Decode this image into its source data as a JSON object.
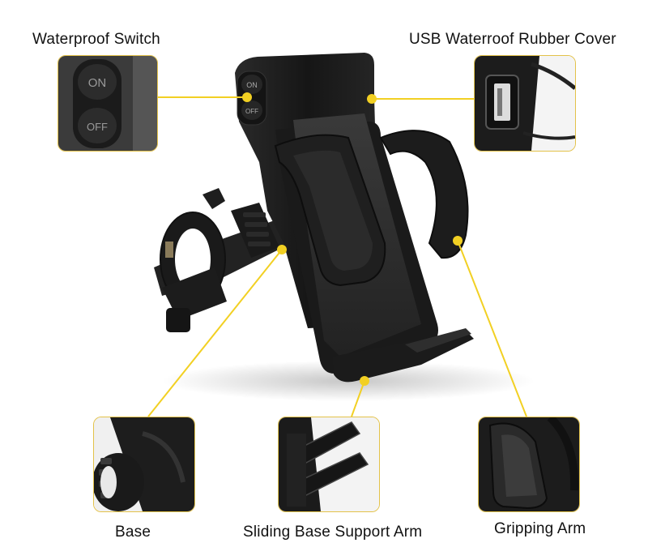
{
  "callouts": {
    "waterproof_switch": "Waterproof Switch",
    "usb_cover": "USB Waterroof Rubber Cover",
    "base": "Base",
    "sliding_arm": "Sliding Base Support Arm",
    "gripping_arm": "Gripping Arm"
  },
  "switch": {
    "on": "ON",
    "off": "OFF"
  },
  "colors": {
    "callout_line": "#f2d023",
    "callout_dot": "#f2d023",
    "inset_border": "#e3c24a",
    "product_body": "#1c1c1c"
  }
}
